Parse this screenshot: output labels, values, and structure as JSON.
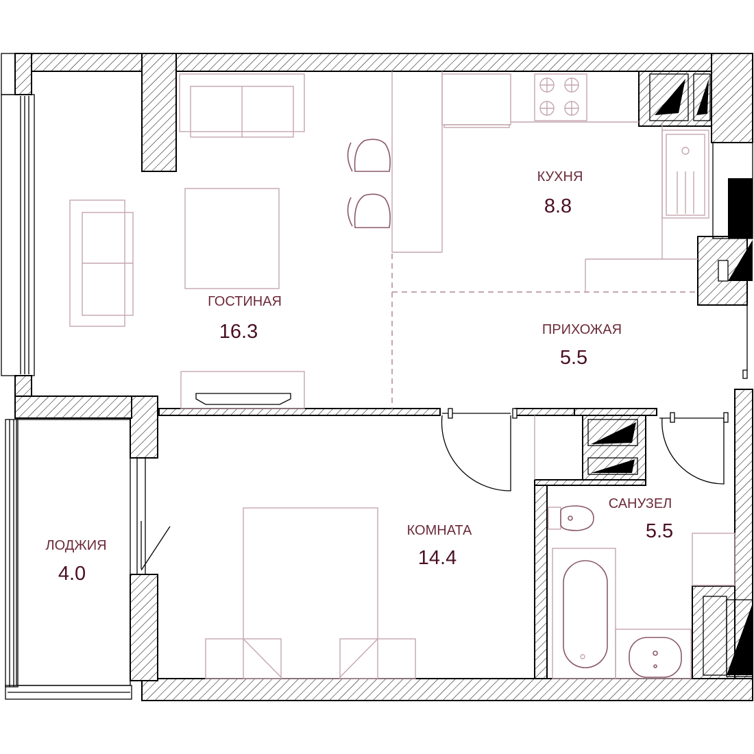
{
  "rooms": {
    "living": {
      "name": "ГОСТИНАЯ",
      "area": "16.3"
    },
    "kitchen": {
      "name": "КУХНЯ",
      "area": "8.8"
    },
    "hallway": {
      "name": "ПРИХОЖАЯ",
      "area": "5.5"
    },
    "bedroom": {
      "name": "КОМНАТА",
      "area": "14.4"
    },
    "bathroom": {
      "name": "САНУЗЕЛ",
      "area": "5.5"
    },
    "loggia": {
      "name": "ЛОДЖИЯ",
      "area": "4.0"
    }
  },
  "colors": {
    "wall": "#000000",
    "furniture": "#c4a6ae",
    "label": "#6b2a3a",
    "area": "#4a0f22"
  }
}
